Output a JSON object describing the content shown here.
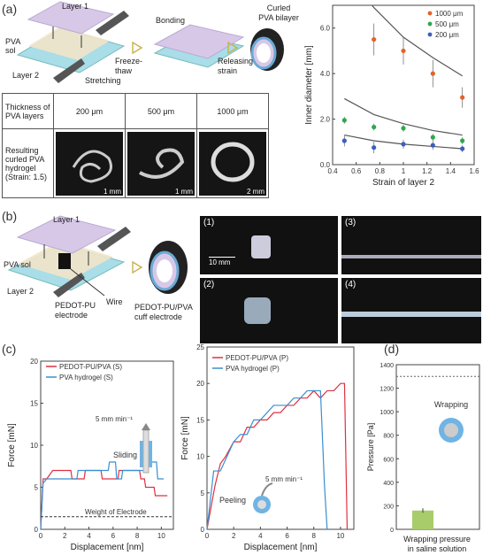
{
  "panel_labels": {
    "a": "(a)",
    "b": "(b)",
    "c": "(c)",
    "d": "(d)"
  },
  "panel_a": {
    "layer1": "Layer 1",
    "layer2": "Layer 2",
    "pva_sol": "PVA sol",
    "stretching": "Stretching",
    "freeze_thaw": "Freeze-thaw",
    "bonding": "Bonding",
    "releasing_strain": "Releasing strain",
    "curled_bilayer": "Curled PVA bilayer",
    "table": {
      "thickness_header": "Thickness of PVA layers",
      "columns": [
        "200 μm",
        "500 μm",
        "1000 μm"
      ],
      "row_label": "Resulting curled PVA hydrogel (Strain: 1.5)",
      "scale_bars": [
        "1 mm",
        "1 mm",
        "2 mm"
      ]
    }
  },
  "panel_b": {
    "layer1": "Layer 1",
    "layer2": "Layer 2",
    "pva_sol": "PVA sol",
    "pedot_pu": "PEDOT-PU electrode",
    "wire": "Wire",
    "cuff": "PEDOT-PU/PVA cuff electrode",
    "photo_labels": [
      "(1)",
      "(2)",
      "(3)",
      "(4)"
    ],
    "scale_bar": "10 mm"
  },
  "colors": {
    "orange": "#e5622a",
    "green": "#2ea84b",
    "blue": "#3a5fbf",
    "red": "#e03040",
    "lineblue": "#3a8fd0",
    "curve": "#555555",
    "bar": "#a8cc6a"
  },
  "chart_data": [
    {
      "type": "scatter",
      "xlabel": "Strain of layer 2",
      "ylabel": "Inner diameter [mm]",
      "xlim": [
        0.4,
        1.6
      ],
      "ylim": [
        0,
        7
      ],
      "xticks": [
        "0.4",
        "0.6",
        "0.8",
        "1",
        "1.2",
        "1.4",
        "1.6"
      ],
      "yticks": [
        "0.0",
        "2.0",
        "4.0",
        "6.0"
      ],
      "series": [
        {
          "name": "1000 μm",
          "x": [
            0.75,
            1.0,
            1.25,
            1.5
          ],
          "y": [
            5.5,
            5.0,
            4.0,
            2.95
          ],
          "err": [
            0.7,
            0.6,
            0.6,
            0.45
          ]
        },
        {
          "name": "500 μm",
          "x": [
            0.5,
            0.75,
            1.0,
            1.25,
            1.5
          ],
          "y": [
            1.95,
            1.65,
            1.6,
            1.2,
            1.05
          ],
          "err": [
            0.15,
            0.15,
            0.15,
            0.15,
            0.15
          ]
        },
        {
          "name": "200 μm",
          "x": [
            0.5,
            0.75,
            1.0,
            1.25,
            1.5
          ],
          "y": [
            1.05,
            0.75,
            0.9,
            0.85,
            0.7
          ],
          "err": [
            0.25,
            0.25,
            0.2,
            0.2,
            0.15
          ]
        }
      ],
      "curves": [
        {
          "x": [
            0.5,
            0.75,
            1.0,
            1.25,
            1.5
          ],
          "y": [
            8.5,
            6.9,
            5.6,
            4.7,
            3.9
          ]
        },
        {
          "x": [
            0.5,
            0.75,
            1.0,
            1.25,
            1.5
          ],
          "y": [
            2.9,
            2.2,
            1.8,
            1.5,
            1.3
          ]
        },
        {
          "x": [
            0.5,
            0.75,
            1.0,
            1.25,
            1.5
          ],
          "y": [
            1.3,
            1.05,
            0.9,
            0.8,
            0.7
          ]
        }
      ]
    },
    {
      "type": "line",
      "xlabel": "Displacement [nm]",
      "ylabel": "Force [mN]",
      "xlim": [
        0,
        11
      ],
      "ylim": [
        0,
        20
      ],
      "xticks": [
        "0",
        "2",
        "4",
        "6",
        "8",
        "10"
      ],
      "yticks": [
        "0",
        "5",
        "10",
        "15",
        "20"
      ],
      "series": [
        {
          "name": "PEDOT-PU/PVA  (S)",
          "x": [
            0,
            0.2,
            0.5,
            1.0,
            1.6,
            2.5,
            2.6,
            3.6,
            3.7,
            5.0,
            5.1,
            6.4,
            6.5,
            8.2,
            8.3,
            8.6,
            8.7,
            9.4,
            9.5,
            10.5
          ],
          "y": [
            0,
            6,
            6,
            7,
            7,
            7,
            6,
            6,
            7,
            7,
            6,
            6,
            7,
            7,
            6,
            6,
            5,
            5,
            4,
            4
          ]
        },
        {
          "name": "PVA hydrogel (S)",
          "x": [
            0,
            0.2,
            0.5,
            3.0,
            3.1,
            5.6,
            5.7,
            6.2,
            6.3,
            6.7,
            6.8,
            8.8,
            8.9,
            9.6,
            9.7,
            10.2
          ],
          "y": [
            0,
            5.5,
            6,
            6,
            7,
            7,
            8,
            8,
            6,
            6,
            7,
            7,
            8,
            8,
            6,
            6
          ]
        }
      ],
      "annotations": [
        "5 mm min⁻¹",
        "Sliding",
        "Weight of Electrode"
      ],
      "reference_line": 1.5
    },
    {
      "type": "line",
      "xlabel": "Displacement [nm]",
      "ylabel": "Force [mN]",
      "xlim": [
        0,
        11
      ],
      "ylim": [
        0,
        25
      ],
      "xticks": [
        "0",
        "2",
        "4",
        "6",
        "8",
        "10"
      ],
      "yticks": [
        "0",
        "5",
        "10",
        "15",
        "20",
        "25"
      ],
      "series": [
        {
          "name": "PEDOT-PU/PVA (P)",
          "x": [
            0,
            0.6,
            1.0,
            1.4,
            2.0,
            2.5,
            3.0,
            3.5,
            4.0,
            4.5,
            5.0,
            5.5,
            6.0,
            6.5,
            7.0,
            7.5,
            8.0,
            8.5,
            9.0,
            9.5,
            10.0,
            10.3,
            10.5
          ],
          "y": [
            0,
            6,
            9,
            10,
            12,
            12,
            14,
            14,
            15,
            15,
            16,
            16,
            17,
            17,
            18,
            18,
            19,
            18,
            19,
            19,
            20,
            20,
            0
          ]
        },
        {
          "name": "PVA hydrogel (P)",
          "x": [
            0,
            0.5,
            1.0,
            1.5,
            2.0,
            2.5,
            3.0,
            3.5,
            4.0,
            4.5,
            5.0,
            5.5,
            6.0,
            6.5,
            7.0,
            7.5,
            8.0,
            8.5,
            8.8,
            9.0
          ],
          "y": [
            0,
            8,
            8,
            10,
            12,
            13,
            13,
            15,
            15,
            16,
            17,
            17,
            17,
            18,
            18,
            19,
            19,
            19,
            6,
            0
          ]
        }
      ],
      "annotations": [
        "5 mm min⁻¹",
        "Peeling"
      ]
    },
    {
      "type": "bar",
      "categories": [
        ""
      ],
      "values": [
        160
      ],
      "err": [
        20
      ],
      "ylabel": "Pressure [Pa]",
      "xlabel": "Wrapping pressure in saline solution",
      "ylim": [
        0,
        1400
      ],
      "yticks": [
        "0",
        "200",
        "400",
        "600",
        "800",
        "1000",
        "1200",
        "1400"
      ],
      "annotations": [
        "Wrapping"
      ],
      "reference_line": 1300
    }
  ]
}
